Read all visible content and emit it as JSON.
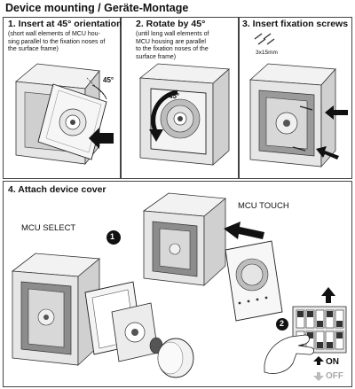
{
  "header": {
    "title": "Device mounting / Geräte-Montage"
  },
  "steps": [
    {
      "title": "1. Insert at 45° orientation",
      "desc": [
        "(short wall elements of MCU hou-",
        "sing parallel to the fixation noses of",
        "the surface frame)"
      ],
      "angle": "45°"
    },
    {
      "title": "2. Rotate by 45°",
      "desc": [
        "(until long wall elements of",
        "MCU housing are parallel",
        "to the fixation noses of the",
        "surface frame)"
      ],
      "angle": "45°"
    },
    {
      "title": "3. Insert fixation screws",
      "screw_size": "3x15mm"
    },
    {
      "title": "4. Attach device cover",
      "labels": {
        "select": "MCU SELECT",
        "touch": "MCU TOUCH",
        "marker1": "1",
        "marker2": "2",
        "on": "ON",
        "off": "OFF"
      }
    }
  ],
  "colors": {
    "accent": "#111111",
    "housing": "#e6e6e6",
    "frame": "#cfcfcf",
    "screen": "#bdbdbd"
  }
}
